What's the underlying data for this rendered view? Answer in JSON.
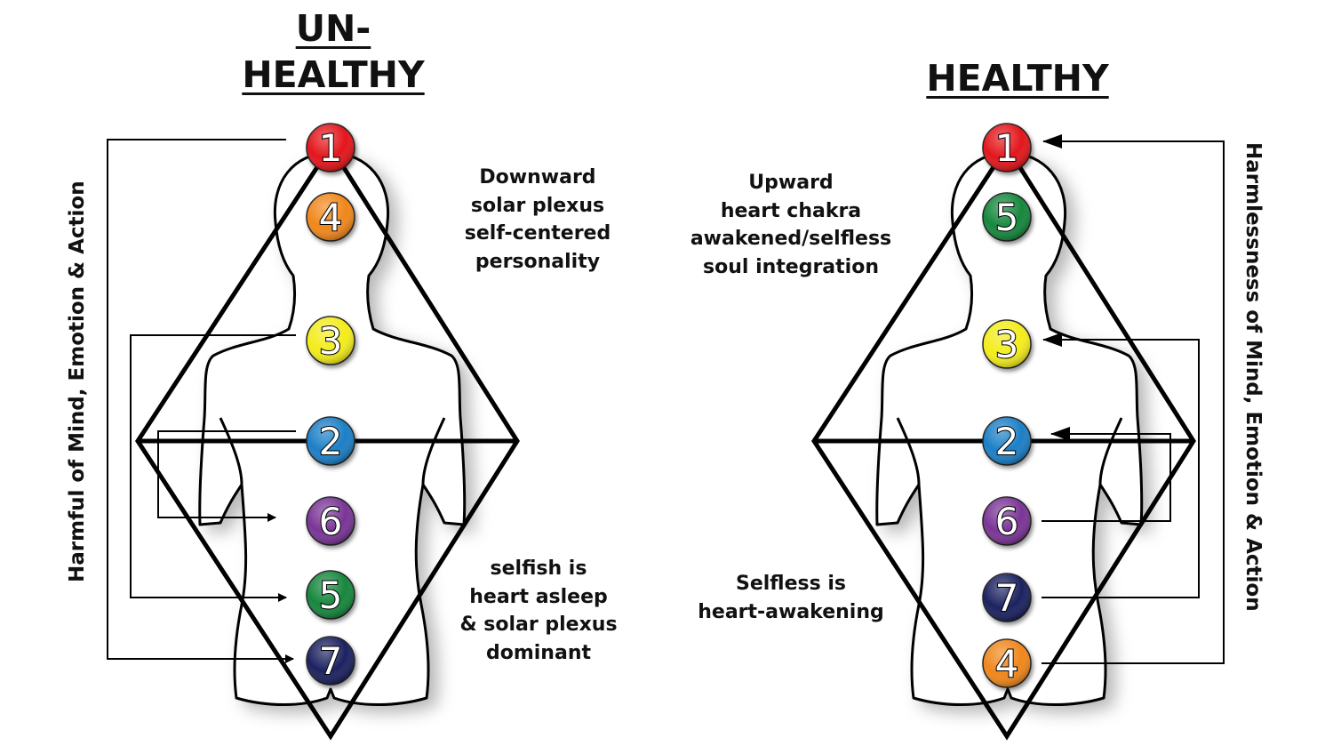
{
  "left_panel": {
    "title_line1": "UN-",
    "title_line2": "HEALTHY",
    "side_label": "Harmful of Mind, Emotion & Action",
    "note_top": [
      "Downward",
      "solar plexus",
      "self-centered",
      "personality"
    ],
    "note_bottom": [
      "selfish is",
      "heart asleep",
      "& solar plexus",
      "dominant"
    ],
    "chakras": [
      {
        "number": "1",
        "color": "#e3121c"
      },
      {
        "number": "4",
        "color": "#f0871f"
      },
      {
        "number": "3",
        "color": "#f3ec1a"
      },
      {
        "number": "2",
        "color": "#1c7fc6"
      },
      {
        "number": "6",
        "color": "#7a3596"
      },
      {
        "number": "5",
        "color": "#17873d"
      },
      {
        "number": "7",
        "color": "#1e2460"
      }
    ]
  },
  "right_panel": {
    "title": "HEALTHY",
    "side_label": "Harmlessness of Mind, Emotion & Action",
    "note_top": [
      "Upward",
      "heart chakra",
      "awakened/selfless",
      "soul integration"
    ],
    "note_bottom": [
      "Selfless is",
      "heart-awakening"
    ],
    "chakras": [
      {
        "number": "1",
        "color": "#e3121c"
      },
      {
        "number": "5",
        "color": "#17873d"
      },
      {
        "number": "3",
        "color": "#f3ec1a"
      },
      {
        "number": "2",
        "color": "#1c7fc6"
      },
      {
        "number": "6",
        "color": "#7a3596"
      },
      {
        "number": "7",
        "color": "#1e2460"
      },
      {
        "number": "4",
        "color": "#f0871f"
      }
    ]
  }
}
